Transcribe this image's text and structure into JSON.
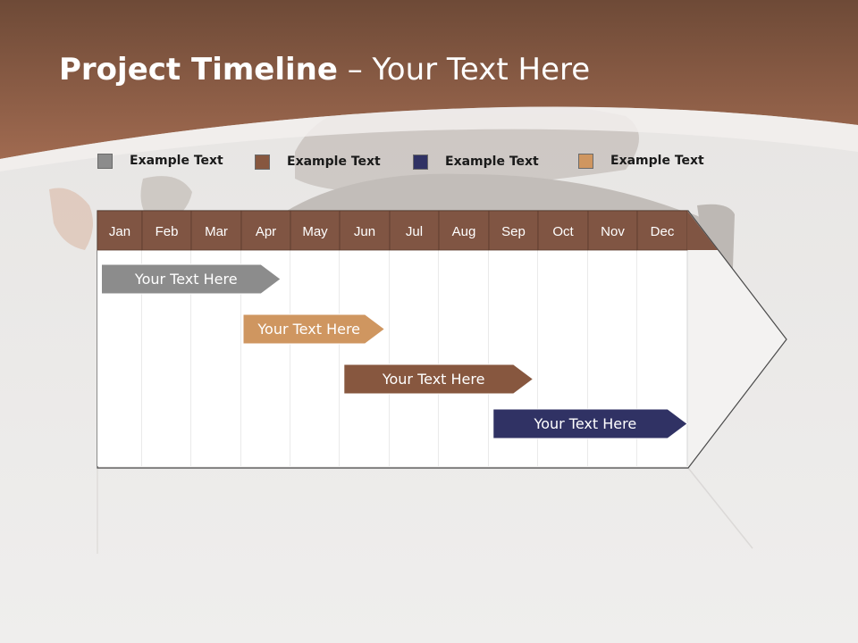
{
  "slide": {
    "title_bold": "Project Timeline",
    "title_rest": " – Your Text Here"
  },
  "colors": {
    "header_top": "#6e4a37",
    "header_bottom": "#a06a50",
    "month_header": "#805543",
    "gray": "#8c8c8c",
    "brown": "#87573f",
    "navy": "#303264",
    "tan": "#cf9660"
  },
  "legend": [
    {
      "label": "Example Text",
      "color": "#8c8c8c"
    },
    {
      "label": "Example Text",
      "color": "#87573f"
    },
    {
      "label": "Example Text",
      "color": "#303264"
    },
    {
      "label": "Example Text",
      "color": "#cf9660"
    }
  ],
  "timeline": {
    "months": [
      "Jan",
      "Feb",
      "Mar",
      "Apr",
      "May",
      "Jun",
      "Jul",
      "Aug",
      "Sep",
      "Oct",
      "Nov",
      "Dec"
    ],
    "bars": [
      {
        "label": "Your  Text Here",
        "start_month": 0.05,
        "end_month": 3.8,
        "color": "#8c8c8c"
      },
      {
        "label": "Your  Text Here",
        "start_month": 3.0,
        "end_month": 5.9,
        "color": "#cf9660"
      },
      {
        "label": "Your  Text Here",
        "start_month": 5.05,
        "end_month": 8.9,
        "color": "#87573f"
      },
      {
        "label": "Your  Text Here",
        "start_month": 8.05,
        "end_month": 12.0,
        "color": "#303264"
      }
    ]
  }
}
